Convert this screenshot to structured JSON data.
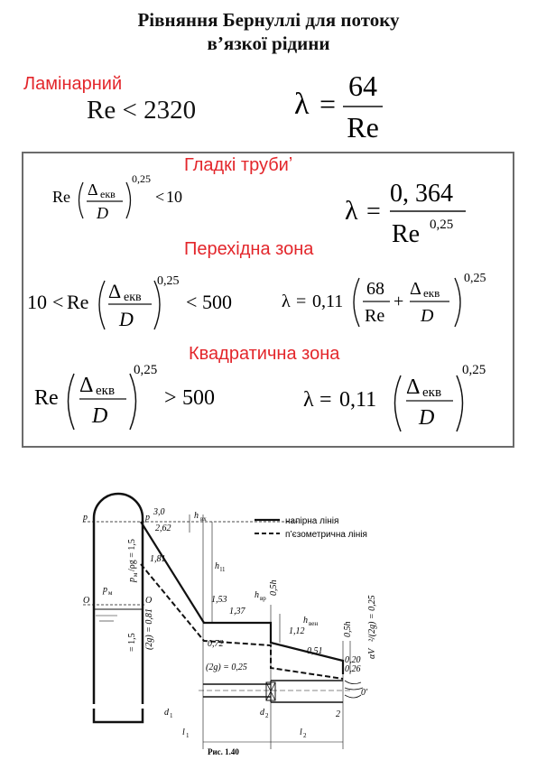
{
  "header": {
    "title_line1": "Рівняння  Бернуллі для потоку",
    "title_line2": "в’язкої  рідини"
  },
  "laminar": {
    "label": "Ламінарний",
    "condition": {
      "re": "Re",
      "op": "<",
      "value": "2320"
    },
    "formula": {
      "lambda": "λ",
      "eq": "=",
      "num": "64",
      "den": "Re"
    }
  },
  "smooth": {
    "label": "Гладкі трубиʼ",
    "condition": {
      "re": "Re",
      "num": "Δ",
      "num_sub": "екв",
      "den": "D",
      "exp": "0,25",
      "op": "<",
      "value": "10"
    },
    "formula": {
      "lambda": "λ",
      "eq": "=",
      "num": "0, 364",
      "den": "Re",
      "den_exp": "0,25"
    }
  },
  "transition": {
    "label": "Перехідна зона",
    "condition": {
      "lower": "10",
      "op1": "<",
      "re": "Re",
      "num": "Δ",
      "num_sub": "екв",
      "den": "D",
      "exp": "0,25",
      "op2": "<",
      "value": "500"
    },
    "formula": {
      "lambda": "λ",
      "eq": "=",
      "coef": "0,11",
      "frac1_num": "68",
      "frac1_den": "Re",
      "plus": "+",
      "frac2_num": "Δ",
      "frac2_sub": "екв",
      "frac2_den": "D",
      "exp": "0,25"
    }
  },
  "quadratic": {
    "label": "Квадратична зона",
    "condition": {
      "re": "Re",
      "num": "Δ",
      "num_sub": "екв",
      "den": "D",
      "exp": "0,25",
      "op": ">",
      "value": "500"
    },
    "formula": {
      "lambda": "λ",
      "eq": "=",
      "coef": "0,11",
      "num": "Δ",
      "num_sub": "екв",
      "den": "D",
      "exp": "0,25"
    }
  },
  "figure": {
    "legend_pressure": "напірна лінія",
    "legend_piezo": "п’єзометрична лінія",
    "caption": "Рис. 1.40",
    "labels": {
      "p_left": "p",
      "p_right": "p",
      "v30": "3,0",
      "v262": "2,62",
      "hvx": "h",
      "hvx_sub": "вх",
      "pm_expr": "p",
      "pm_sub": "м",
      "pm_rest": "/ρg = 1,5",
      "pm2": "p",
      "pm2_sub": "м",
      "hl1": "h",
      "hl1_sub": "l1",
      "v181": "1,81",
      "O_left": "O",
      "O_right": "O",
      "eq15": "= 1,5",
      "v153": "1,53",
      "v137": "1,37",
      "hvp": "h",
      "hvp_sub": "вр",
      "hl2half": "0,5h",
      "hl2half_sub": "l2",
      "g081": "(2g) = 0,81",
      "v072": "0,72",
      "g025": "(2g) = 0,25",
      "v112": "1,12",
      "hven": "h",
      "hven_sub": "вен",
      "v051": "0,51",
      "hl2b": "0,5h",
      "hl2b_sub": "l2",
      "v020": "0,20",
      "v026": "0,26",
      "alpha": "αV",
      "alpha_rest": "²/(2g) = 0,25",
      "O_prime": "0′",
      "d1": "d",
      "d1_sub": "1",
      "d2": "d",
      "d2_sub": "2",
      "l1": "l",
      "l1_sub": "1",
      "l2": "l",
      "l2_sub": "2",
      "two": "2"
    }
  }
}
